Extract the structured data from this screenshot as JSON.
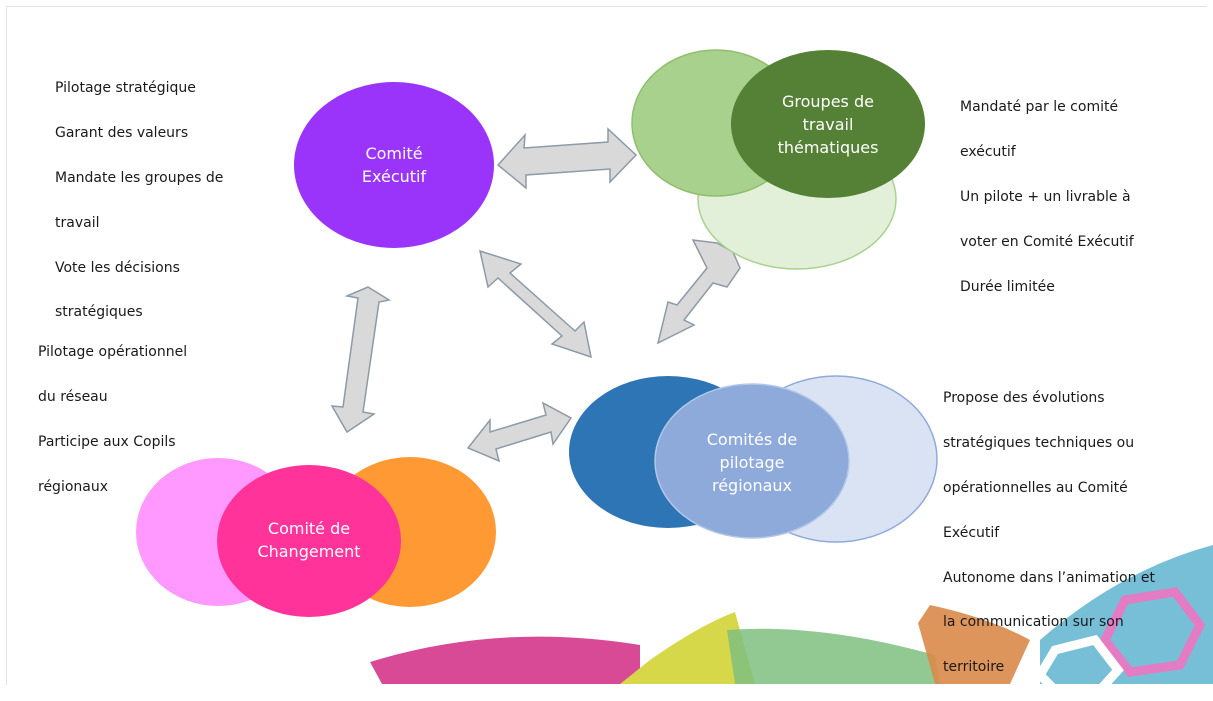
{
  "nodes": {
    "executive": {
      "label": "Comité\nExécutif",
      "color": "#9a34fb"
    },
    "working_groups": {
      "label": "Groupes de\ntravail\nthématiques",
      "color": "#548135"
    },
    "change": {
      "label": "Comité de\nChangement",
      "color": "#ff3399"
    },
    "regional": {
      "label": "Comités de\npilotage\nrégionaux",
      "color": "#8eaadb"
    }
  },
  "texts": {
    "executive": [
      "Pilotage stratégique",
      "Garant des valeurs",
      "Mandate les groupes de",
      "travail",
      "Vote les décisions",
      "stratégiques"
    ],
    "working_groups": [
      "Mandaté par le comité",
      "exécutif",
      "Un pilote + un livrable à",
      "voter en Comité Exécutif",
      "Durée limitée"
    ],
    "change": [
      "Pilotage opérationnel",
      "du réseau",
      "Participe aux Copils",
      "régionaux"
    ],
    "regional": [
      "Propose des évolutions",
      "stratégiques techniques ou",
      "opérationnelles au Comité",
      "Exécutif",
      "Autonome dans l’animation et",
      "la communication sur son",
      "territoire"
    ]
  },
  "colors": {
    "arrow_fill": "#d9d9d9",
    "arrow_stroke": "#8d9aa7",
    "green_light": "#a9d18e",
    "green_pale": "#e2f0d9",
    "blue_dark": "#2e75b6",
    "blue_pale": "#dae3f3",
    "pink_light": "#ff99ff",
    "orange": "#ff9933"
  }
}
